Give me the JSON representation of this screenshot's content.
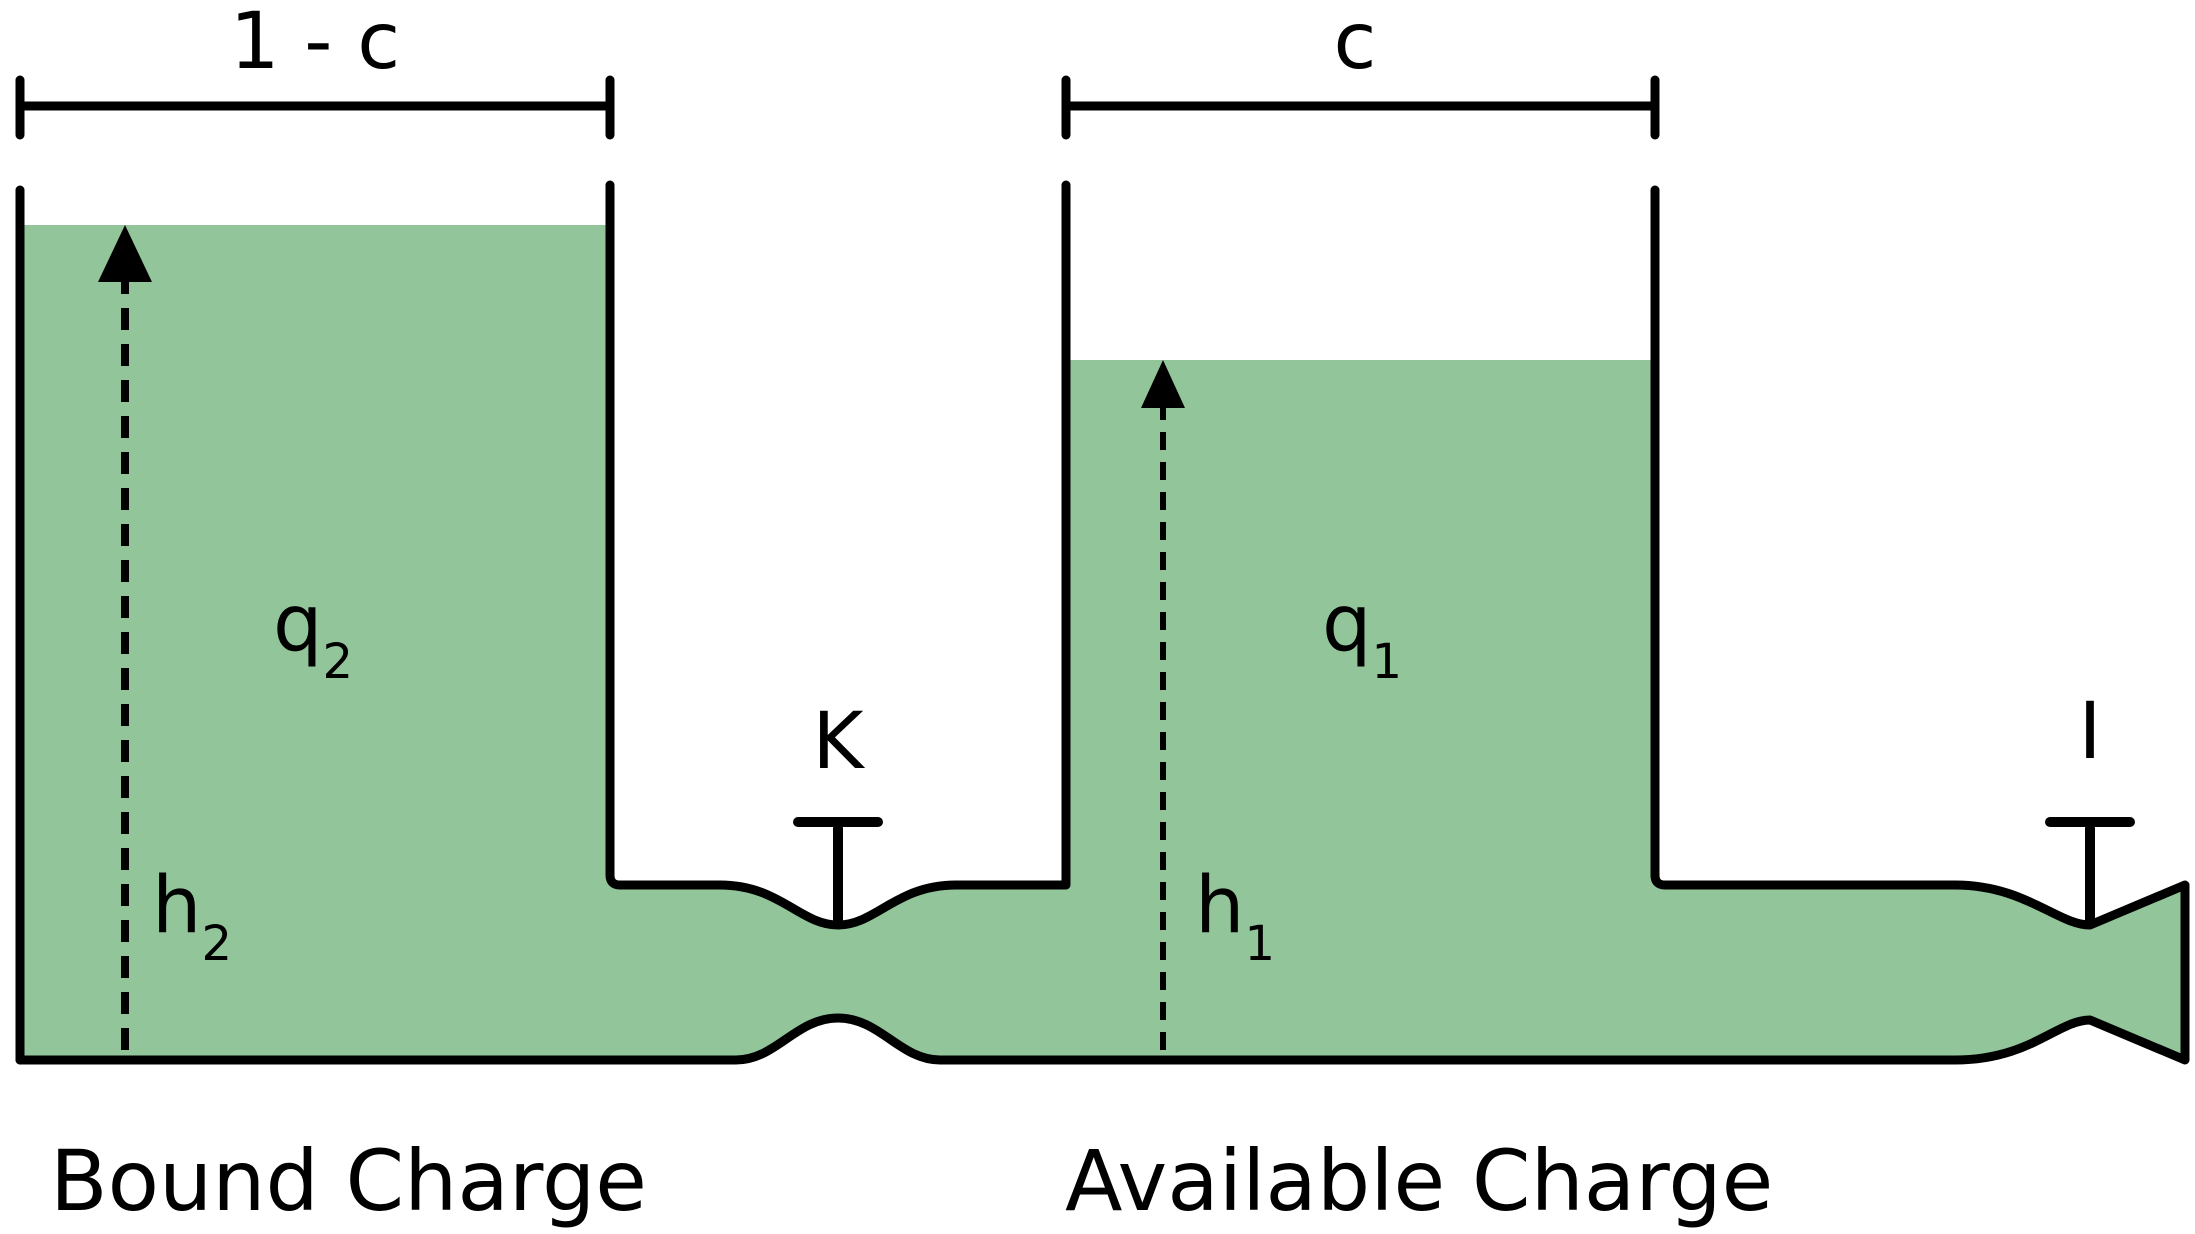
{
  "labels": {
    "width_bound": "1 - c",
    "width_available": "c",
    "q_bound_base": "q",
    "q_bound_sub": "2",
    "q_available_base": "q",
    "q_available_sub": "1",
    "h_bound_base": "h",
    "h_bound_sub": "2",
    "h_available_base": "h",
    "h_available_sub": "1",
    "valve_k": "K",
    "valve_i": "I",
    "caption_bound": "Bound Charge",
    "caption_available": "Available Charge"
  },
  "colors": {
    "fluid": "#93c59b",
    "stroke": "#000000"
  }
}
